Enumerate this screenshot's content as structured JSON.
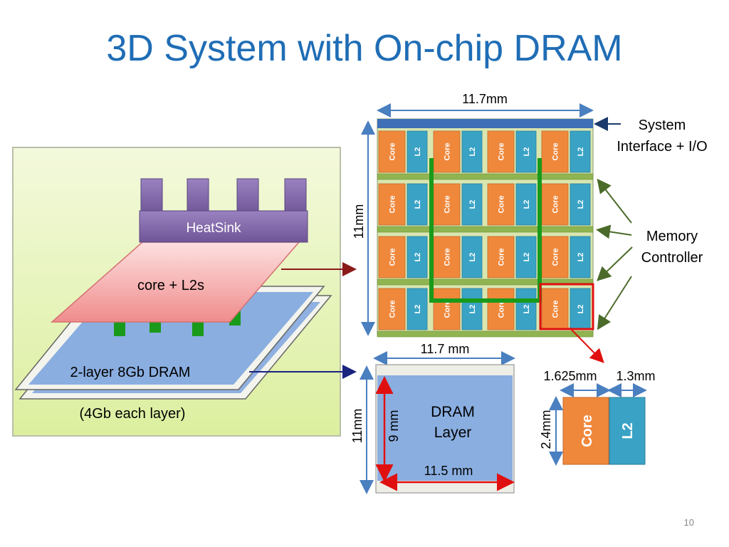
{
  "title": "3D System with On-chip DRAM",
  "page_number": "10",
  "stack": {
    "heatsink_label": "HeatSink",
    "core_layer_label": "core + L2s",
    "dram_label": "2-layer 8Gb DRAM",
    "dram_sub_label": "(4Gb each layer)"
  },
  "chip": {
    "width_label": "11.7mm",
    "height_label": "11mm",
    "system_io_label_1": "System",
    "system_io_label_2": "Interface + I/O",
    "memory_controller_label_1": "Memory",
    "memory_controller_label_2": "Controller",
    "core_cell_text": "Core",
    "l2_cell_text": "L2"
  },
  "dram_layer": {
    "width_label": "11.7 mm",
    "height_label": "11mm",
    "inner_height_label": "9 mm",
    "inner_width_label": "11.5 mm",
    "label_line1": "DRAM",
    "label_line2": "Layer"
  },
  "tile": {
    "core_width_label": "1.625mm",
    "l2_width_label": "1.3mm",
    "height_label": "2.4mm",
    "core_label": "Core",
    "l2_label": "L2"
  },
  "colors": {
    "title": "#1f6db5",
    "core": "#f0883c",
    "l2": "#3aa3c5",
    "mem_ctrl": "#8fb451",
    "io_bar": "#3f6fb7",
    "dram": "#8aaee0",
    "heatsink": "#8064a2",
    "core_layer": "#f4a6a6",
    "highlight": "#e01010",
    "routing": "#1a9a1a",
    "panel_bg": "#ebf5c8"
  }
}
